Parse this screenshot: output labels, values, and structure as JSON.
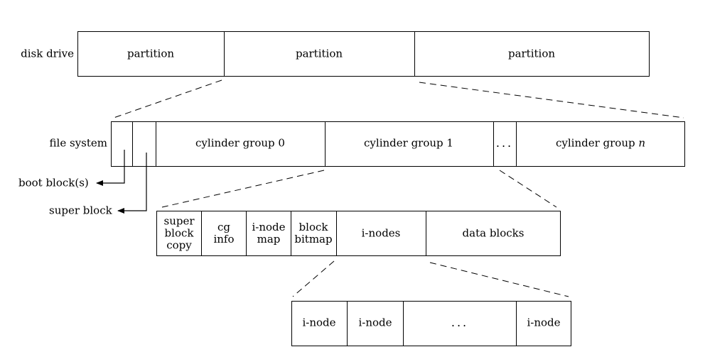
{
  "disk": {
    "label": "disk drive",
    "partitions": [
      "partition",
      "partition",
      "partition"
    ]
  },
  "filesystem": {
    "label": "file system",
    "groups": [
      "cylinder group 0",
      "cylinder group 1"
    ],
    "ellipsis": "...",
    "last_group_prefix": "cylinder group ",
    "last_group_var": "n",
    "boot_label": "boot block(s)",
    "super_label": "super block"
  },
  "cylinder_group": {
    "cells": [
      [
        "super",
        "block",
        "copy"
      ],
      [
        "cg",
        "info"
      ],
      [
        "i-node",
        "map"
      ],
      [
        "block",
        "bitmap"
      ],
      [
        "i-nodes"
      ],
      [
        "data blocks"
      ]
    ]
  },
  "inode_table": {
    "cells": [
      "i-node",
      "i-node",
      "...",
      "i-node"
    ]
  }
}
